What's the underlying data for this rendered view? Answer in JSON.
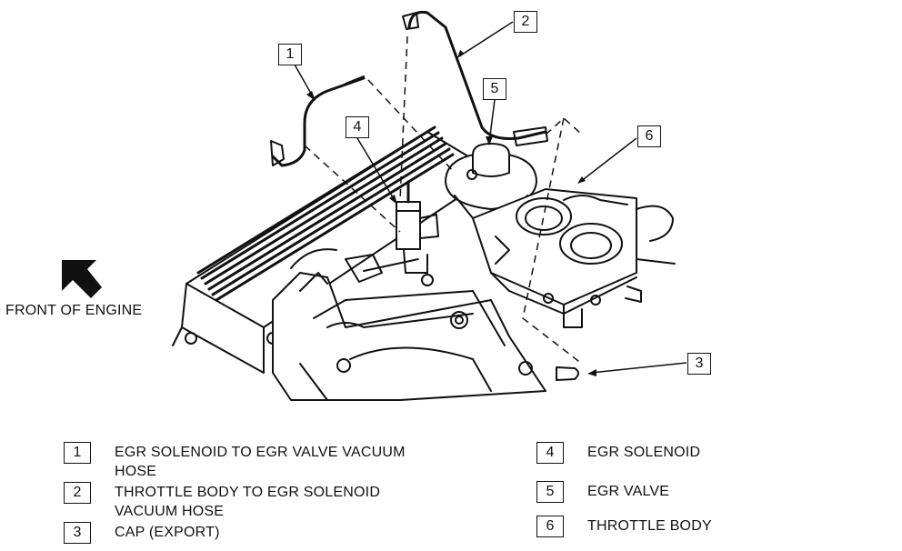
{
  "front_label": "FRONT OF ENGINE",
  "callouts": [
    "1",
    "2",
    "3",
    "4",
    "5",
    "6"
  ],
  "legend": [
    {
      "num": "1",
      "lines": [
        "EGR SOLENOID TO EGR VALVE VACUUM",
        "HOSE"
      ]
    },
    {
      "num": "2",
      "lines": [
        "THROTTLE BODY TO EGR SOLENOID",
        "VACUUM HOSE"
      ]
    },
    {
      "num": "3",
      "lines": [
        "CAP (EXPORT)"
      ]
    },
    {
      "num": "4",
      "lines": [
        "EGR SOLENOID"
      ]
    },
    {
      "num": "5",
      "lines": [
        "EGR  VALVE"
      ]
    },
    {
      "num": "6",
      "lines": [
        "THROTTLE  BODY"
      ]
    }
  ]
}
